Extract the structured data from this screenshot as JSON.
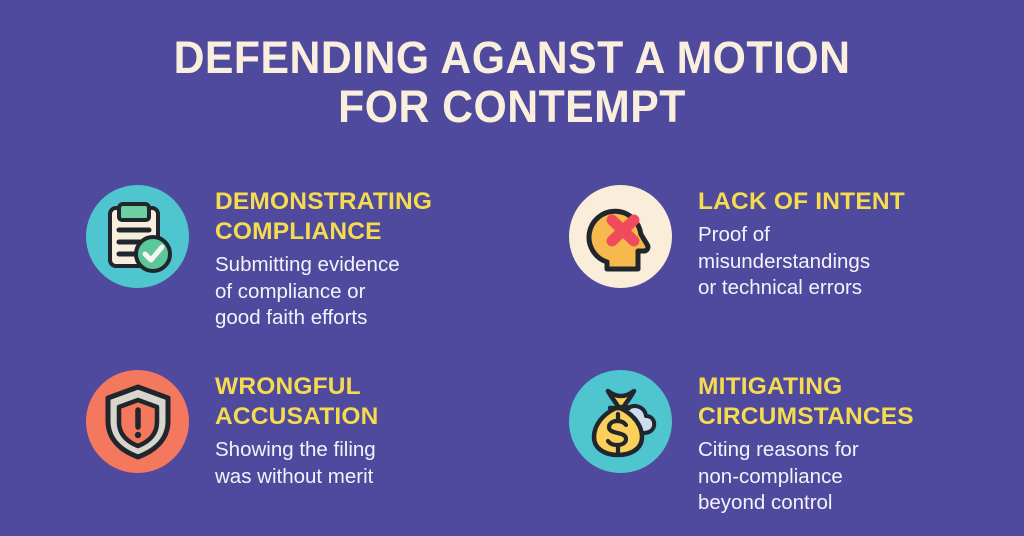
{
  "background_color": "#504a9e",
  "title": {
    "line1": "DEFENDING AGANST A MOTION",
    "line2": "FOR CONTEMPT",
    "color": "#faefdc"
  },
  "theme": {
    "heading_color": "#f5dc4e",
    "body_color": "#f4f3fa",
    "teal": "#4ec5cf",
    "cream": "#faeedb",
    "coral": "#f4785e",
    "gold": "#fbd05a",
    "green": "#5cc79a",
    "red": "#ef4b5c",
    "orange": "#f7b94e",
    "ink": "#20262b"
  },
  "items": [
    {
      "icon": "clipboard-check-icon",
      "circle_color": "#4ec5cf",
      "heading_line1": "DEMONSTRATING",
      "heading_line2": "COMPLIANCE",
      "desc_line1": "Submitting evidence",
      "desc_line2": "of compliance or",
      "desc_line3": "good faith efforts"
    },
    {
      "icon": "head-x-icon",
      "circle_color": "#faeedb",
      "heading_line1": "LACK OF INTENT",
      "heading_line2": "",
      "desc_line1": "Proof of",
      "desc_line2": "misunderstandings",
      "desc_line3": "or technical errors"
    },
    {
      "icon": "shield-alert-icon",
      "circle_color": "#f4785e",
      "heading_line1": "WRONGFUL",
      "heading_line2": "ACCUSATION",
      "desc_line1": "Showing the filing",
      "desc_line2": "was without merit",
      "desc_line3": ""
    },
    {
      "icon": "money-bag-cloud-icon",
      "circle_color": "#4ec5cf",
      "heading_line1": "MITIGATING",
      "heading_line2": "CIRCUMSTANCES",
      "desc_line1": "Citing reasons for",
      "desc_line2": "non-compliance",
      "desc_line3": "beyond control"
    }
  ]
}
